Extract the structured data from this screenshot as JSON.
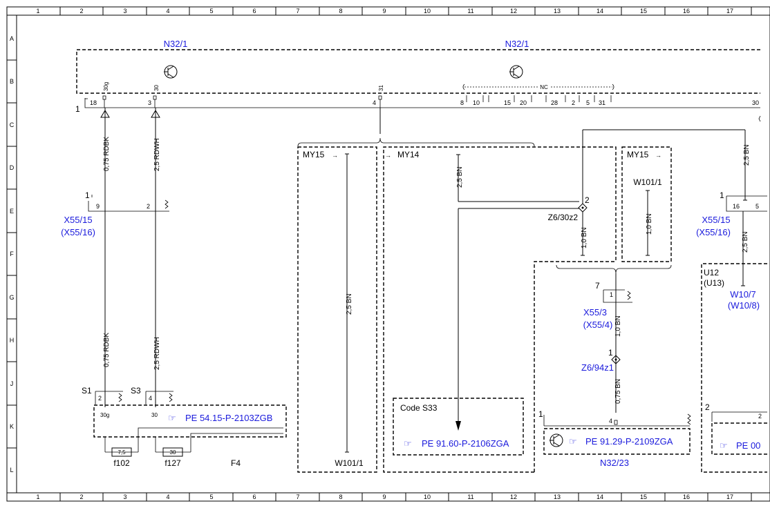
{
  "grid": {
    "columns": [
      "1",
      "2",
      "3",
      "4",
      "5",
      "6",
      "7",
      "8",
      "9",
      "10",
      "11",
      "12",
      "13",
      "14",
      "15",
      "16",
      "17"
    ],
    "rows": [
      "A",
      "B",
      "C",
      "D",
      "E",
      "F",
      "G",
      "H",
      "J",
      "K",
      "L"
    ]
  },
  "modules": {
    "n32_1_left": "N32/1",
    "n32_1_right": "N32/1",
    "n32_1_line_no": "1",
    "pins": {
      "p18": "18",
      "p3": "3",
      "p4": "4",
      "p8": "8",
      "p10": "10",
      "p15": "15",
      "p20": "20",
      "p28": "28",
      "p2": "2",
      "p5": "5",
      "p31": "31",
      "p30": "30"
    },
    "pin_labels": {
      "t30g": "30g",
      "t30": "30",
      "t31": "31",
      "nc": "NC"
    }
  },
  "wires": {
    "w075rdbk_top": "0,75 RDBK",
    "w25rdwh_top": "2,5 RDWH",
    "w075rdbk_bot": "0,75 RDBK",
    "w25rdwh_bot": "2,5 RDWH",
    "w25bn_my15": "2,5 BN",
    "w25bn_my14": "2,5 BN",
    "w10bn_z6": "1,0 BN",
    "w10bn_w101": "1,0 BN",
    "w10bn_x553": "1,0 BN",
    "w075bn_z694": "0,75 BN",
    "w25bn_right_top": "2,5 BN",
    "w25bn_right_bot": "2,5 BN"
  },
  "connectors": {
    "x55_15_left": "X55/15",
    "x55_16_left": "(X55/16)",
    "x55_15_right": "X55/15",
    "x55_16_right": "(X55/16)",
    "x55_3": "X55/3",
    "x55_4": "(X55/4)",
    "pin9": "9",
    "pin2": "2",
    "pin16": "16",
    "pin5": "5",
    "pin1_x553": "1",
    "e1_left": "1",
    "e1_right": "1",
    "g7": "7"
  },
  "splices": {
    "z6_30z2": "Z6/30z2",
    "z6_30z2_n": "2",
    "z6_94z1": "Z6/94z1",
    "z6_94z1_n": "1"
  },
  "variants": {
    "my15_left": "MY15",
    "my14": "MY14",
    "my15_right": "MY15",
    "w101_1_top": "W101/1",
    "w101_1_bottom": "W101/1",
    "code_s33": "Code S33"
  },
  "fuses": {
    "s1": "S1",
    "s3": "S3",
    "s1_pin": "2",
    "s3_pin": "4",
    "t30g": "30g",
    "t30": "30",
    "f102_val": "7,5",
    "f127_val": "30",
    "f102": "f102",
    "f127": "f127",
    "f4": "F4"
  },
  "references": {
    "pe_54": "PE 54.15-P-2103ZGB",
    "pe_91_60": "PE 91.60-P-2106ZGA",
    "pe_91_29": "PE 91.29-P-2109ZGA",
    "pe_00": "PE 00",
    "pointer_icon": "☞"
  },
  "right_side": {
    "u12": "U12",
    "u13": "(U13)",
    "w10_7": "W10/7",
    "w10_8": "(W10/8)",
    "n32_23": "N32/23",
    "k1": "1",
    "k4": "4",
    "k2": "2",
    "k2b": "2"
  }
}
